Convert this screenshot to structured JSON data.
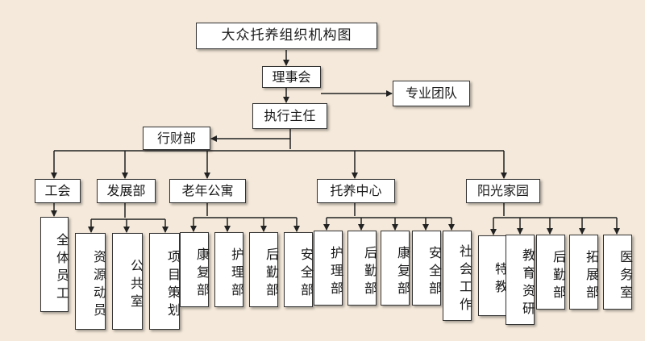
{
  "title": "大众托养组织机构图",
  "council": "理事会",
  "professional_team": "专业团队",
  "director": "执行主任",
  "finance": "行财部",
  "departments": {
    "union": "工会",
    "development": "发展部",
    "elderly": "老年公寓",
    "care_center": "托养中心",
    "sunshine": "阳光家园"
  },
  "union_children": [
    "全体员工"
  ],
  "development_children": [
    "资源动员",
    "公共室",
    "项目策划"
  ],
  "elderly_children": [
    "康复部",
    "护理部",
    "后勤部",
    "安全部"
  ],
  "care_center_children": [
    "护理部",
    "后勤部",
    "康复部",
    "安全部",
    "社会工作"
  ],
  "sunshine_children": [
    "特教",
    "教育资研",
    "后勤部",
    "拓展部",
    "医务室"
  ]
}
